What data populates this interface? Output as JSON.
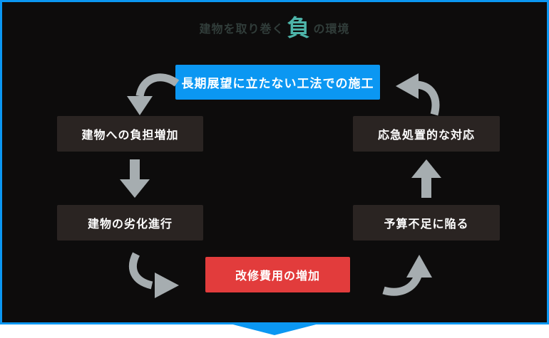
{
  "title": {
    "prefix": "建物を取り巻く",
    "highlight": "負",
    "suffix": "の環境"
  },
  "nodes": {
    "construction": {
      "label": "長期展望に立たない工法での施工",
      "color": "#0b97f2"
    },
    "burden": {
      "label": "建物への負担増加",
      "color": "#2a2422"
    },
    "deterioration": {
      "label": "建物の劣化進行",
      "color": "#2a2422"
    },
    "cost": {
      "label": "改修費用の増加",
      "color": "#e23c3c"
    },
    "stopgap": {
      "label": "応急処置的な対応",
      "color": "#2a2422"
    },
    "budget": {
      "label": "予算不足に陥る",
      "color": "#2a2422"
    }
  },
  "icons": {
    "arrows": [
      "curved-arrow-down-left",
      "straight-arrow-down",
      "curved-arrow-right",
      "curved-arrow-up",
      "straight-arrow-up",
      "curved-arrow-left",
      "pointer-down-triangle"
    ]
  },
  "colors": {
    "panel_background": "#0d0c0c",
    "accent_blue": "#0b97f2",
    "alert_red": "#e23c3c",
    "node_dark": "#2a2422",
    "arrow_gray": "#a6adb0",
    "highlight_teal": "#4db4a9",
    "title_text": "#313d3a",
    "node_text": "#ffffff"
  }
}
